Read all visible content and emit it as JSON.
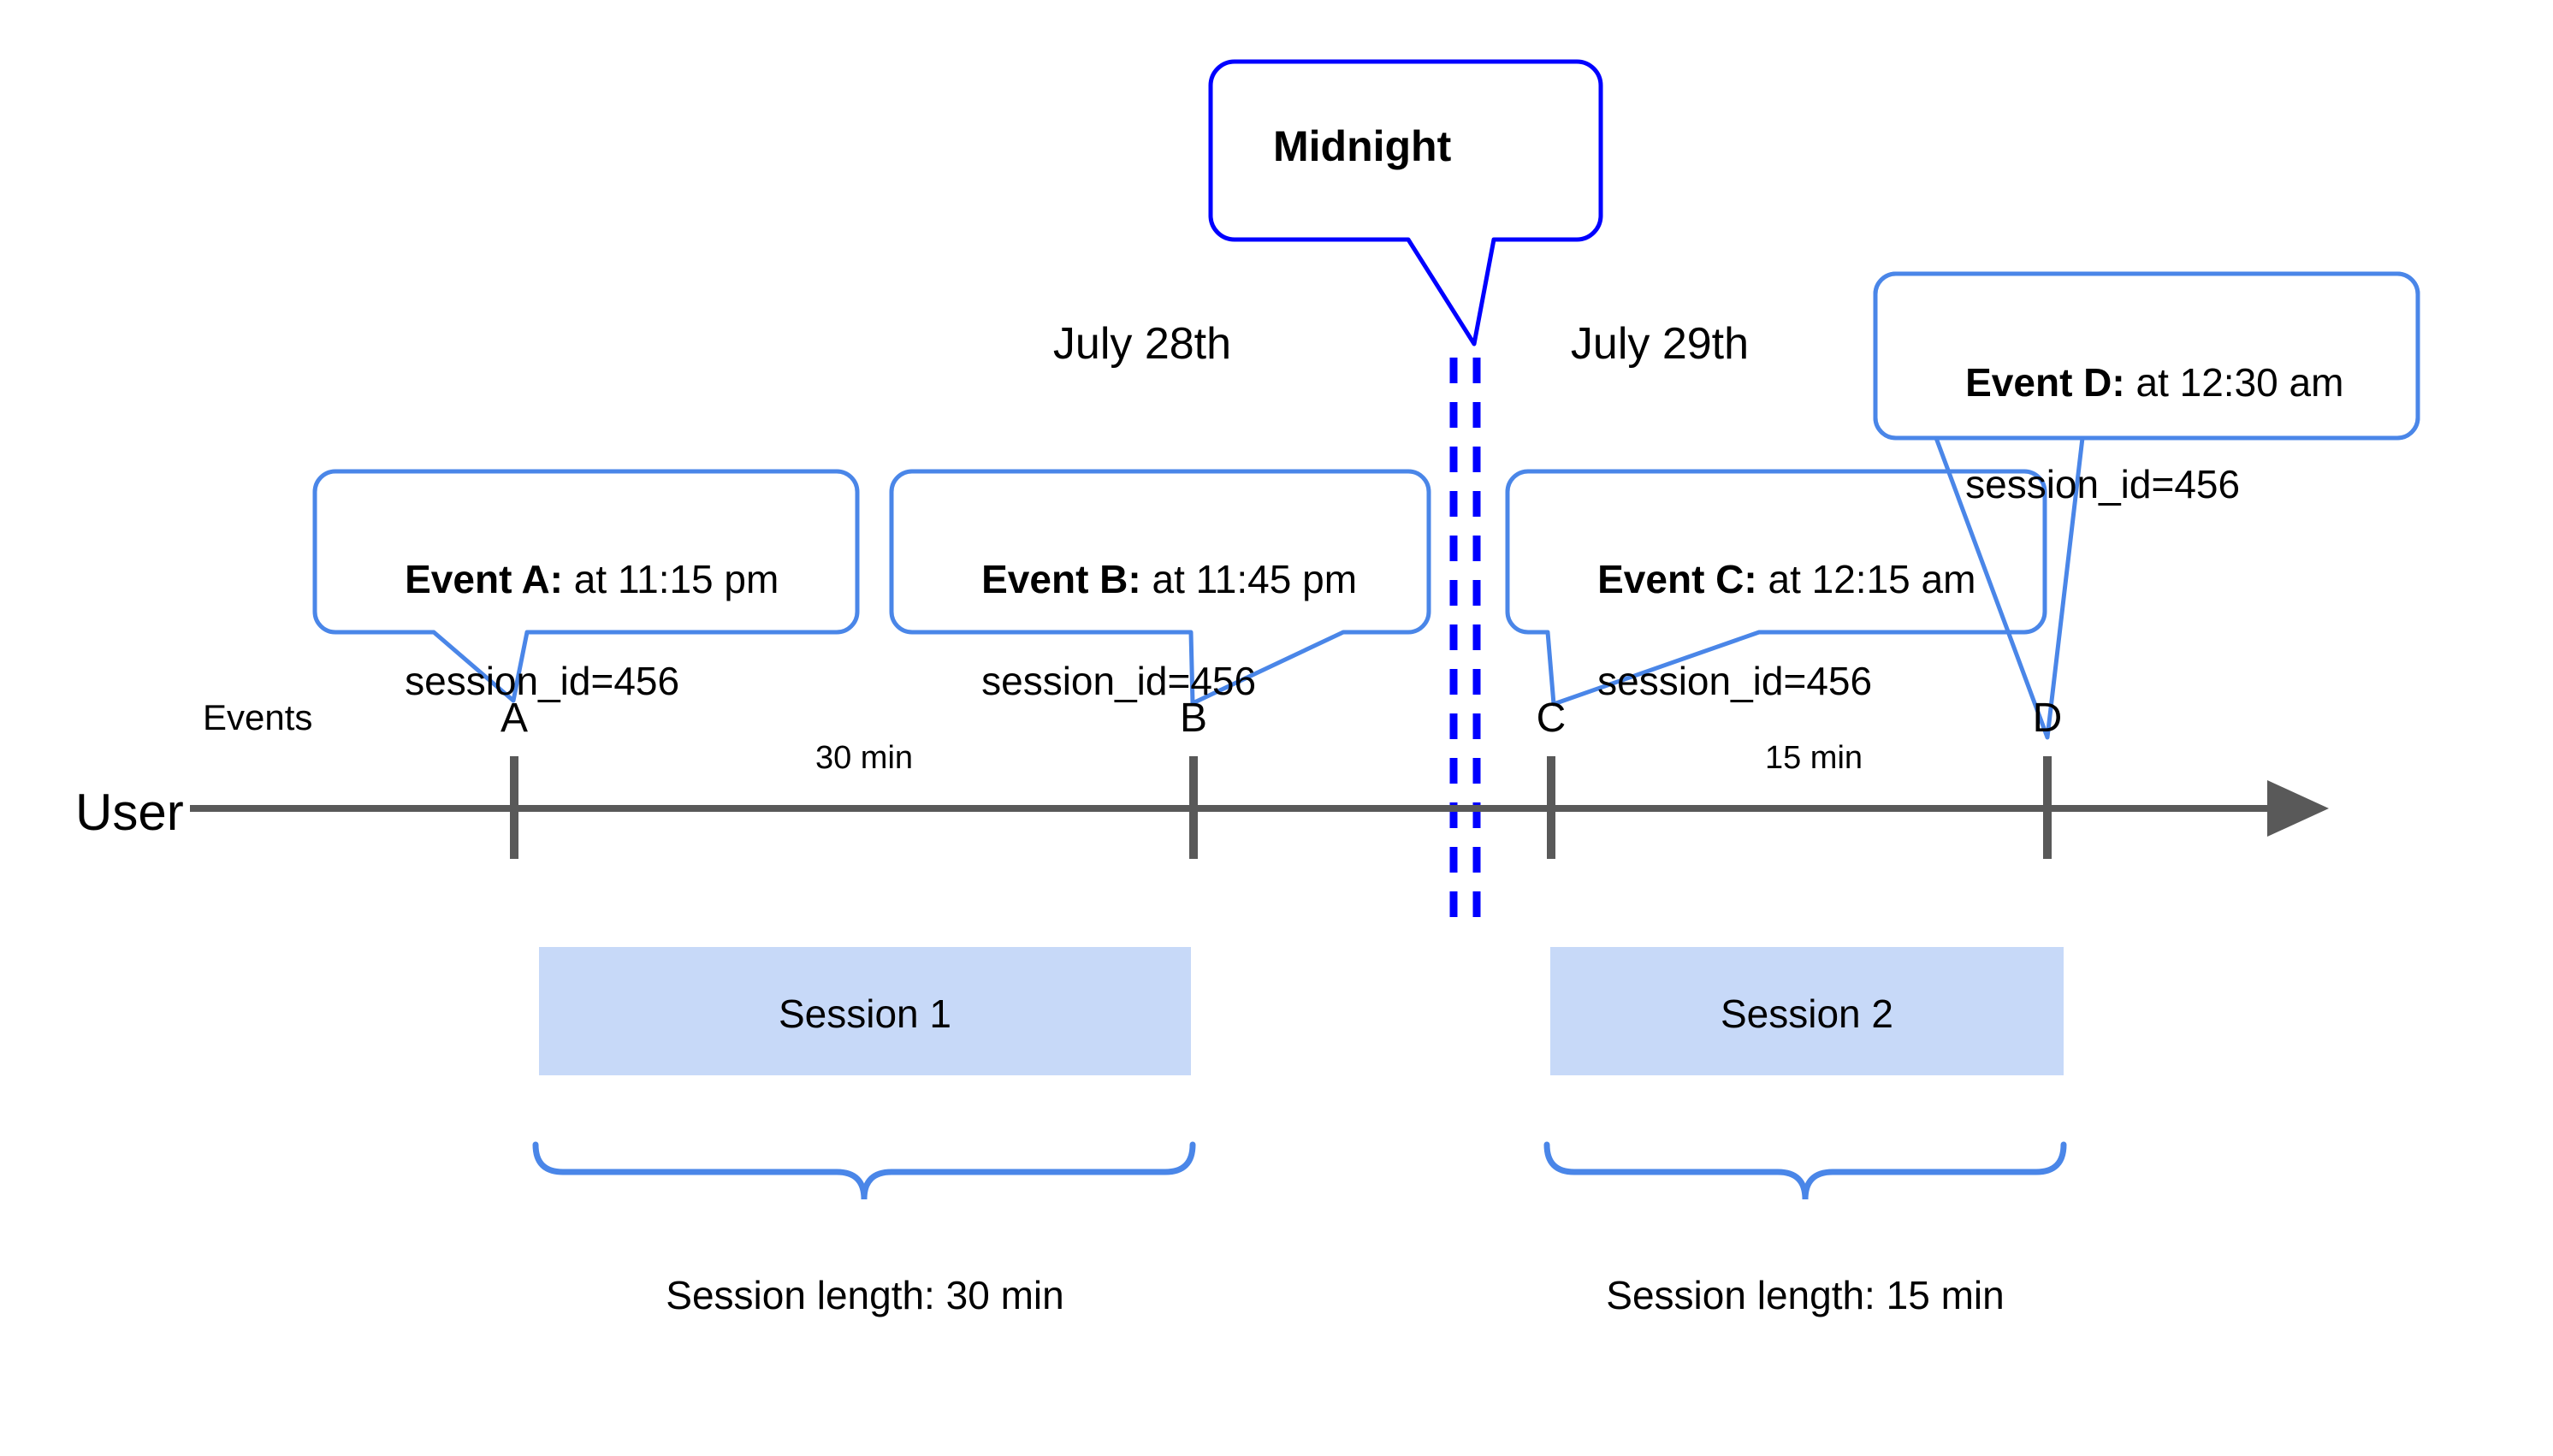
{
  "diagram": {
    "title_callout": {
      "label": "Midnight"
    },
    "row_labels": {
      "events": "Events",
      "user": "User"
    },
    "dates": [
      {
        "label": "July 28th"
      },
      {
        "label": "July 29th"
      }
    ],
    "events": [
      {
        "marker": "A",
        "key": "Event A:",
        "detail": " at 11:15 pm",
        "line2": "session_id=456"
      },
      {
        "marker": "B",
        "key": "Event B:",
        "detail": " at 11:45 pm",
        "line2": "session_id=456"
      },
      {
        "marker": "C",
        "key": "Event C:",
        "detail": " at 12:15 am",
        "line2": "session_id=456"
      },
      {
        "marker": "D",
        "key": "Event D:",
        "detail": " at 12:30 am",
        "line2": "session_id=456"
      }
    ],
    "gaps": [
      {
        "label": "30 min"
      },
      {
        "label": "15 min"
      }
    ],
    "sessions": [
      {
        "label": "Session 1",
        "length_label": "Session length: 30 min"
      },
      {
        "label": "Session 2",
        "length_label": "Session length: 15 min"
      }
    ],
    "colors": {
      "callout_border": "#4a86e8",
      "midnight_border": "#0000ff",
      "midnight_dash": "#0000ff",
      "session_fill": "#c7d9f8",
      "axis": "#595959",
      "brace": "#4a86e8",
      "text": "#000000"
    }
  }
}
